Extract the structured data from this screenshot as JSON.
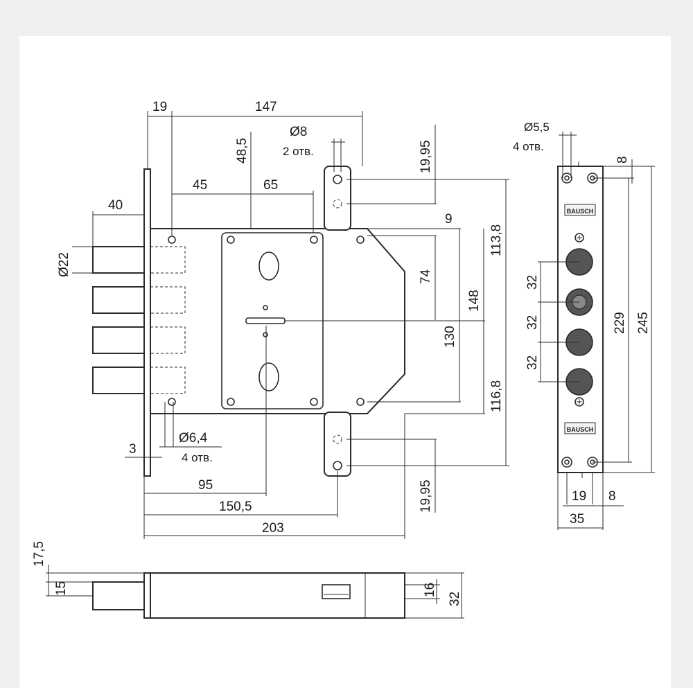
{
  "drawing": {
    "dims": {
      "d19_top": "19",
      "d147": "147",
      "d48_5": "48,5",
      "d8_diam": "Ø8",
      "d2_holes": "2 отв.",
      "d19_95_top": "19,95",
      "d45": "45",
      "d65": "65",
      "d40": "40",
      "d22_diam": "Ø22",
      "d9": "9",
      "d113_8": "113,8",
      "d74": "74",
      "d148": "148",
      "d130": "130",
      "d116_8": "116,8",
      "d3": "3",
      "d6_4_diam": "Ø6,4",
      "d4_holes_main": "4 отв.",
      "d95": "95",
      "d150_5": "150,5",
      "d203": "203",
      "d19_95_bottom": "19,95",
      "d17_5": "17,5",
      "d15": "15",
      "d16": "16",
      "d32_side": "32"
    },
    "faceplate": {
      "d5_5_diam": "Ø5,5",
      "d4_holes": "4 отв.",
      "d8_top": "8",
      "d32_a": "32",
      "d32_b": "32",
      "d32_c": "32",
      "d229": "229",
      "d245": "245",
      "d19": "19",
      "d8_bottom": "8",
      "d35": "35",
      "logo_top": "BAUSCH",
      "logo_bottom": "BAUSCH"
    }
  },
  "colors": {
    "line": "#2a2a2a",
    "bolt_fill": "#555555",
    "background": "#f0f0f0",
    "sheet": "#ffffff"
  }
}
